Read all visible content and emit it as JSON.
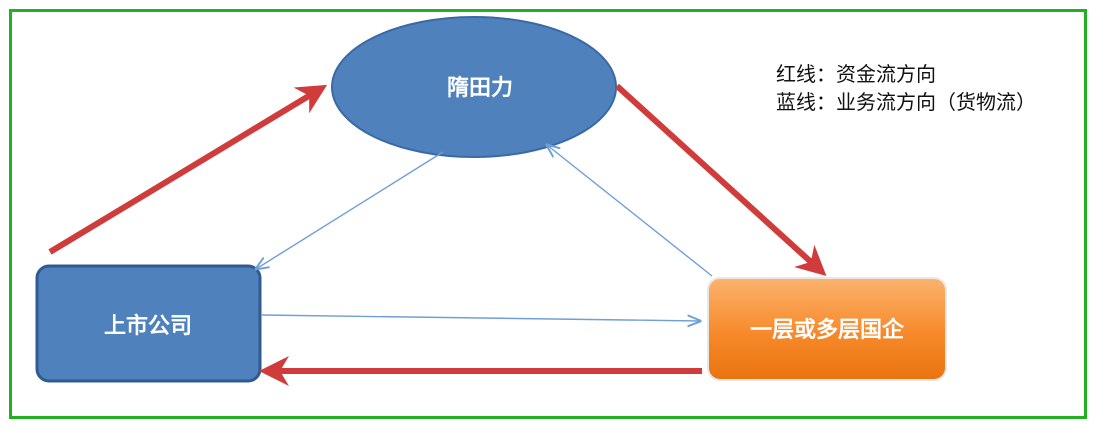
{
  "nodes": {
    "top": "隋田力",
    "left": "上市公司",
    "right": "一层或多层国企"
  },
  "legend": {
    "red": "红线：资金流方向",
    "blue": "蓝线：业务流方向（货物流）"
  },
  "colors": {
    "frame": "#22b022",
    "node_blue": "#4f81bd",
    "node_orange": "#f79646",
    "arrow_red": "#d03b3b",
    "arrow_blue": "#6f9fd8"
  }
}
